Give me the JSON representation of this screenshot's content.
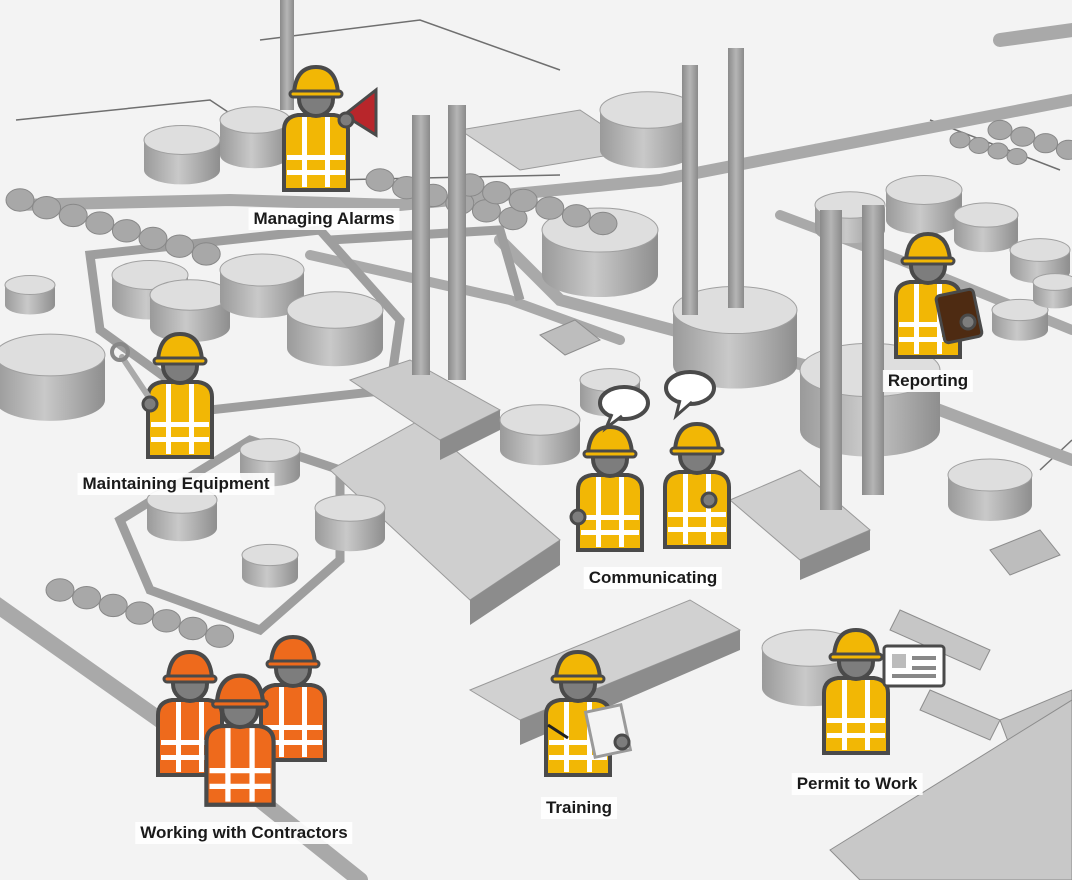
{
  "roles": {
    "managing_alarms": "Managing Alarms",
    "reporting": "Reporting",
    "maintaining_equipment": "Maintaining Equipment",
    "communicating": "Communicating",
    "working_with_contractors": "Working with Contractors",
    "training": "Training",
    "permit_to_work": "Permit to Work"
  },
  "colors": {
    "worker_vest": "#f2b705",
    "contractor_vest": "#ee6a1c",
    "worker_face": "#7d7d7d",
    "outline": "#4a4a4a",
    "plant": "#b9b9b9",
    "ground": "#f1f1f1",
    "megaphone": "#b8262b",
    "clipboard": "#4e2b12"
  }
}
